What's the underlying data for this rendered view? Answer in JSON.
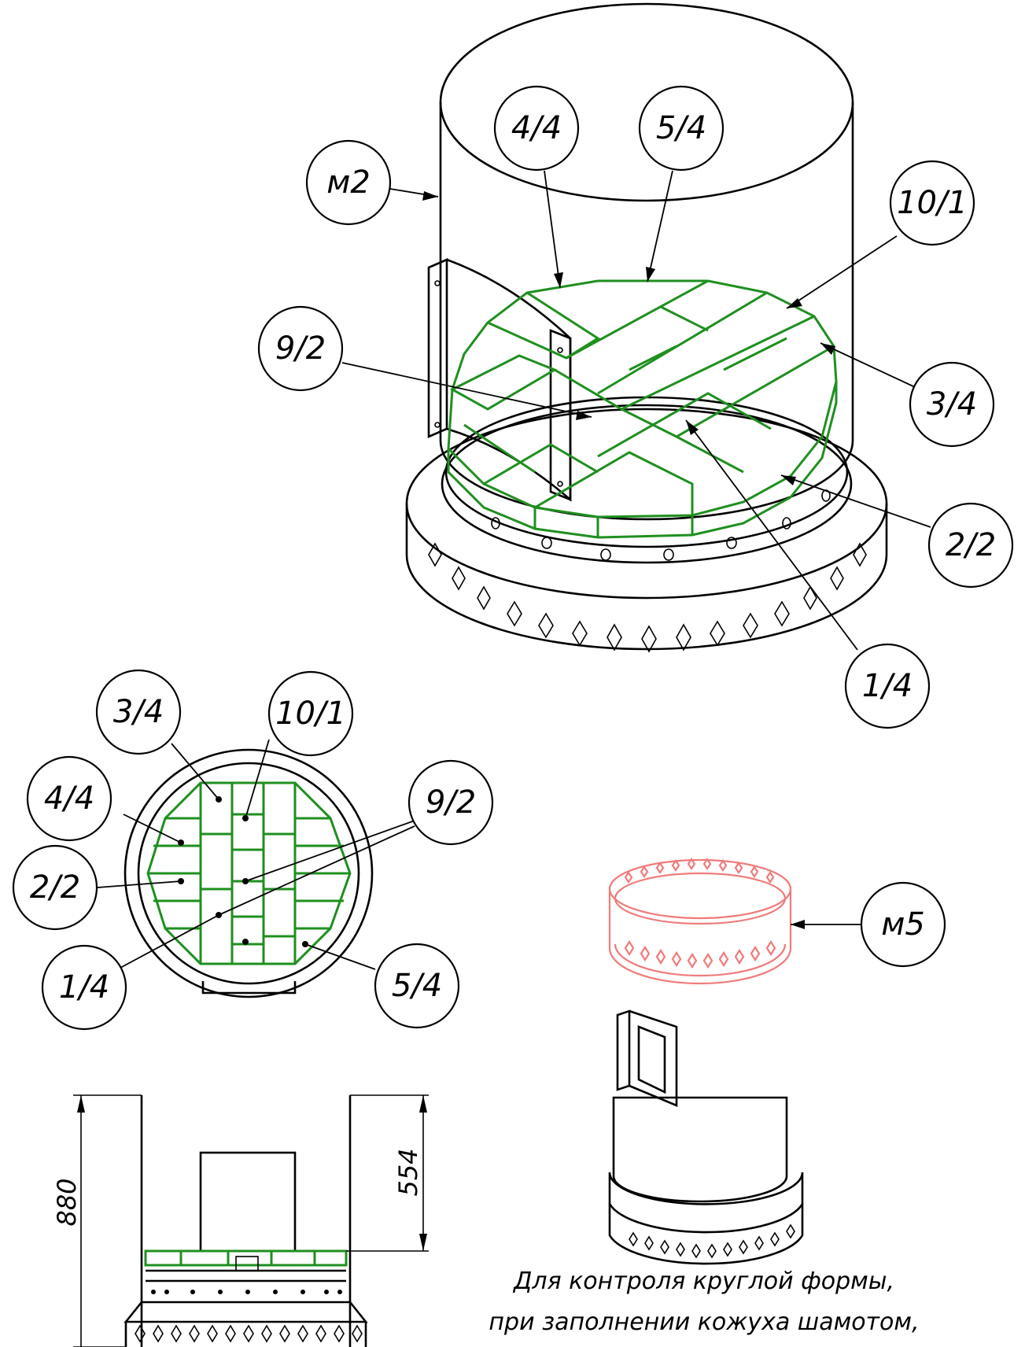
{
  "callouts": {
    "m2": "м2",
    "p44": "4/4",
    "p54": "5/4",
    "p101": "10/1",
    "p92": "9/2",
    "p34": "3/4",
    "p22": "2/2",
    "p14": "1/4",
    "m5": "м5"
  },
  "dimensions": {
    "height_total": "880",
    "height_upper": "554"
  },
  "note": {
    "line1": "Для контроля круглой формы,",
    "line2": "при заполнении кожуха шамотом,"
  },
  "colors": {
    "brick": "#1f8f1f",
    "ring_m5": "#f07b7b",
    "line": "#000000"
  }
}
